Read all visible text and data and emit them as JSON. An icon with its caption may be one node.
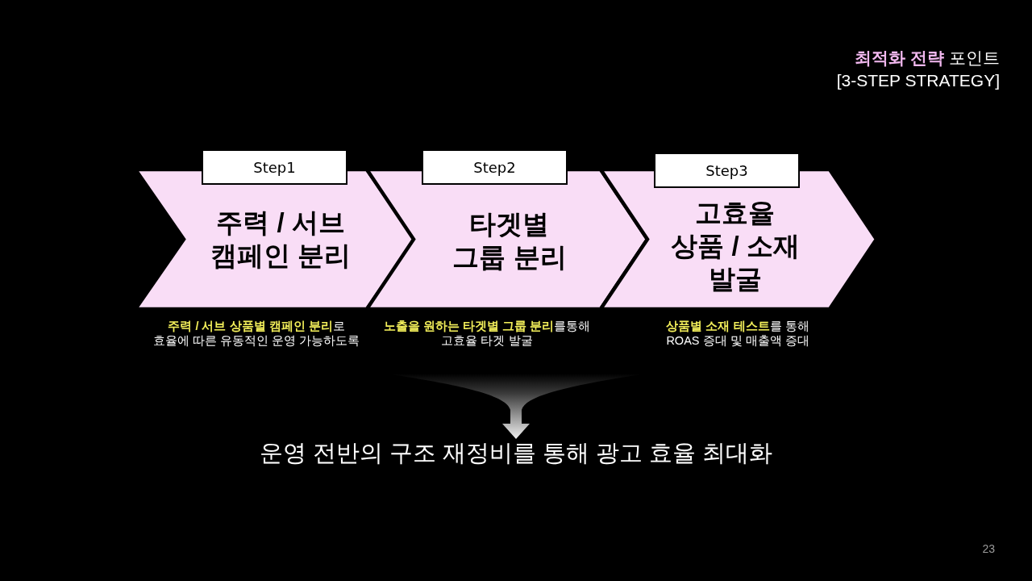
{
  "diagram": {
    "title": "**최적화 전략** 포인트",
    "nodes": [
      {
        "text": [
          "Step1"
        ]
      },
      {
        "text": [
          "주력 / 서브 캠페인 분리"
        ],
        "beside": [
          "**주력 / 서브 상품별 캠페인 분리**로 효율에 따른 유동적인 운영 가능하도록"
        ]
      },
      {
        "text": [
          "Step2"
        ]
      },
      {
        "text": [
          "타겟별 그룹 분리"
        ],
        "beside": [
          "**노출을 원하는 타겟별 그룹 분리**를통해 고효율 타겟 발굴"
        ]
      },
      {
        "text": [
          "Step3"
        ]
      },
      {
        "text": [
          "고효율 상품 / 소재 발굴"
        ],
        "beside": [
          "**상품별 소재 테스트**를 통해 ROAS 증대 및 매출액 증대"
        ]
      },
      {
        "text": [
          "운영 전반의 구조 재정비를 통해 광고 효율 최대화"
        ]
      }
    ],
    "edges": [
      {
        "from": null,
        "to": 6,
        "arrow": "to"
      }
    ],
    "labels": [
      "[3-STEP STRATEGY]",
      "23"
    ]
  }
}
